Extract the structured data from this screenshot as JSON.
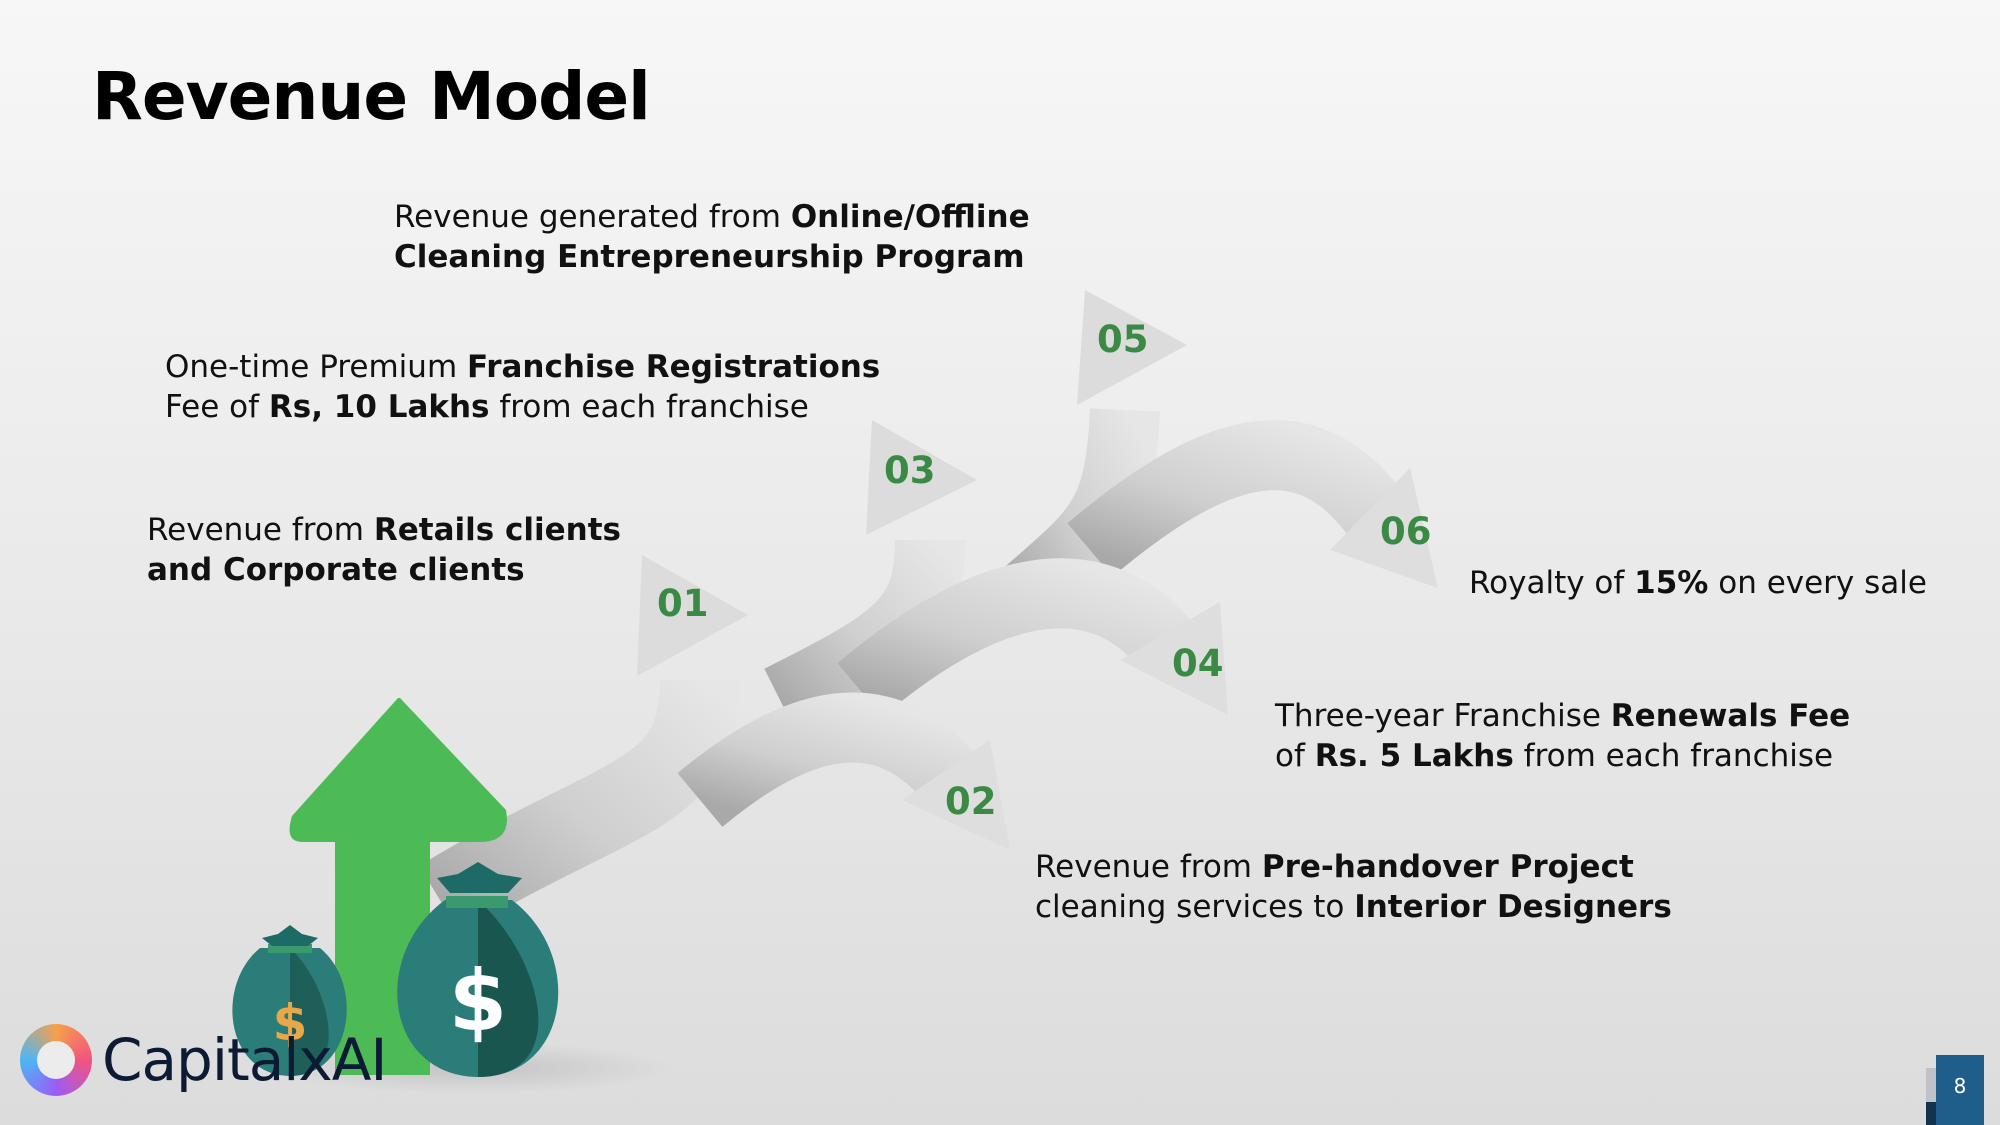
{
  "slide": {
    "title": "Revenue Model",
    "page_number": "8"
  },
  "steps": [
    {
      "number": "01",
      "text_parts": [
        {
          "text": "Revenue from ",
          "bold": false
        },
        {
          "text": "Retails clients",
          "bold": true
        },
        {
          "br": true
        },
        {
          "text": "and Corporate clients",
          "bold": true
        }
      ]
    },
    {
      "number": "02",
      "text_parts": [
        {
          "text": "Revenue from ",
          "bold": false
        },
        {
          "text": "Pre-handover Project",
          "bold": true
        },
        {
          "br": true
        },
        {
          "text": "cleaning services to ",
          "bold": false
        },
        {
          "text": "Interior Designers",
          "bold": true
        }
      ]
    },
    {
      "number": "03",
      "text_parts": [
        {
          "text": "One-time Premium ",
          "bold": false
        },
        {
          "text": "Franchise Registrations",
          "bold": true
        },
        {
          "br": true
        },
        {
          "text": "Fee of ",
          "bold": false
        },
        {
          "text": "Rs, 10 Lakhs",
          "bold": true
        },
        {
          "text": " from each franchise",
          "bold": false
        }
      ]
    },
    {
      "number": "04",
      "text_parts": [
        {
          "text": "Three-year Franchise ",
          "bold": false
        },
        {
          "text": "Renewals Fee",
          "bold": true
        },
        {
          "br": true
        },
        {
          "text": "of ",
          "bold": false
        },
        {
          "text": "Rs. 5 Lakhs",
          "bold": true
        },
        {
          "text": " from each franchise",
          "bold": false
        }
      ]
    },
    {
      "number": "05",
      "text_parts": [
        {
          "text": "Revenue generated from ",
          "bold": false
        },
        {
          "text": "Online/Offline",
          "bold": true
        },
        {
          "br": true
        },
        {
          "text": "Cleaning Entrepreneurship Program",
          "bold": true
        }
      ]
    },
    {
      "number": "06",
      "text_parts": [
        {
          "text": "Royalty of ",
          "bold": false
        },
        {
          "text": "15%",
          "bold": true
        },
        {
          "text": " on every sale",
          "bold": false
        }
      ]
    }
  ],
  "logo": {
    "text": "CapitalxAI"
  },
  "icons": {
    "growth_arrow": "green-up-arrow-icon",
    "money_bag": "money-bag-icon",
    "dollar": "$"
  },
  "colors": {
    "step_number": "#3a8a45",
    "growth_arrow": "#4cbb55",
    "money_bag": "#2a7d78",
    "page_box": "#1f5d8a"
  }
}
